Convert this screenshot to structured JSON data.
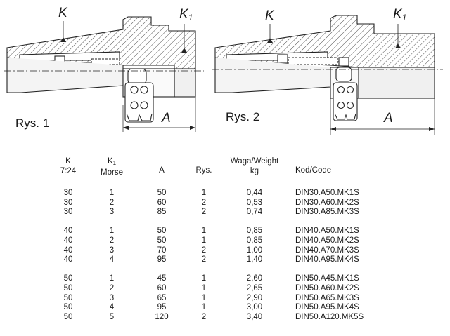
{
  "figures": {
    "fig1": {
      "label": "Rys. 1",
      "k_label": "K",
      "k1_main": "K",
      "k1_sub": "1",
      "a_label": "A"
    },
    "fig2": {
      "label": "Rys. 2",
      "k_label": "K",
      "k1_main": "K",
      "k1_sub": "1",
      "a_label": "A"
    }
  },
  "table": {
    "headers": {
      "k_line1": "K",
      "k_line2": "7:24",
      "morse_main": "K",
      "morse_sub": "1",
      "morse_line2": "Morse",
      "a": "A",
      "rys": "Rys.",
      "weight_line1": "Waga/Weight",
      "weight_line2": "kg",
      "code": "Kod/Code"
    },
    "groups": [
      [
        [
          "30",
          "1",
          "50",
          "1",
          "0,44",
          "DIN30.A50.MK1S"
        ],
        [
          "30",
          "2",
          "60",
          "2",
          "0,53",
          "DIN30.A60.MK2S"
        ],
        [
          "30",
          "3",
          "85",
          "2",
          "0,74",
          "DIN30.A85.MK3S"
        ]
      ],
      [
        [
          "40",
          "1",
          "50",
          "1",
          "0,85",
          "DIN40.A50.MK1S"
        ],
        [
          "40",
          "2",
          "50",
          "1",
          "0,85",
          "DIN40.A50.MK2S"
        ],
        [
          "40",
          "3",
          "70",
          "2",
          "1,00",
          "DIN40.A70.MK3S"
        ],
        [
          "40",
          "4",
          "95",
          "2",
          "1,40",
          "DIN40.A95.MK4S"
        ]
      ],
      [
        [
          "50",
          "1",
          "45",
          "1",
          "2,60",
          "DIN50.A45.MK1S"
        ],
        [
          "50",
          "2",
          "60",
          "1",
          "2,65",
          "DIN50.A60.MK2S"
        ],
        [
          "50",
          "3",
          "65",
          "1",
          "2,90",
          "DIN50.A65.MK3S"
        ],
        [
          "50",
          "4",
          "95",
          "1",
          "3,00",
          "DIN50.A95.MK4S"
        ],
        [
          "50",
          "5",
          "120",
          "2",
          "3,40",
          "DIN50.A120.MK5S"
        ]
      ]
    ]
  }
}
